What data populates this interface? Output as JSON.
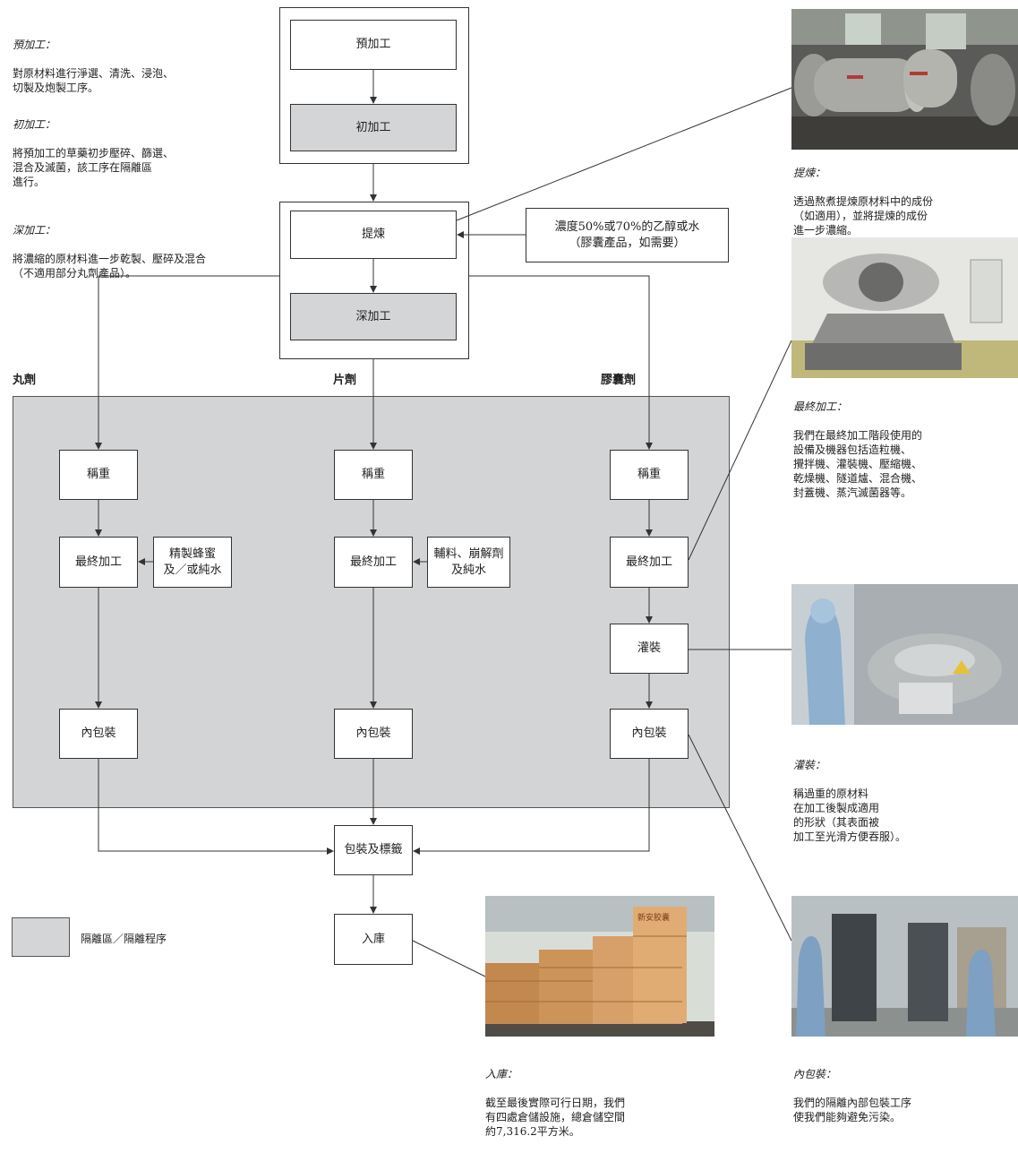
{
  "left_notes": [
    {
      "title": "預加工：",
      "body": "對原材料進行淨選、清洗、浸泡、\n切製及炮製工序。"
    },
    {
      "title": "初加工：",
      "body": "將預加工的草藥初步壓碎、篩選、\n混合及滅菌，該工序在隔離區\n進行。"
    },
    {
      "title": "深加工：",
      "body": "將濃縮的原材料進一步乾製、壓碎及混合\n（不適用部分丸劑產品）。"
    }
  ],
  "top_flow": {
    "pre_processing": "預加工",
    "initial_processing": "初加工",
    "extraction": "提煉",
    "deep_processing": "深加工",
    "solvent": "濃度50%或70%的乙醇或水\n（膠囊產品，如需要）"
  },
  "columns": {
    "pill": "丸劑",
    "tablet": "片劑",
    "capsule": "膠囊劑"
  },
  "pill": {
    "weighing": "稱重",
    "final": "最終加工",
    "additive": "精製蜂蜜\n及／或純水",
    "inner_pack": "內包裝"
  },
  "tablet": {
    "weighing": "稱重",
    "final": "最終加工",
    "additive": "輔料、崩解劑\n及純水",
    "inner_pack": "內包裝"
  },
  "capsule": {
    "weighing": "稱重",
    "final": "最終加工",
    "filling": "灌裝",
    "inner_pack": "內包裝"
  },
  "packaging": "包裝及標籤",
  "warehouse": "入庫",
  "legend": "隔離區／隔離程序",
  "right_notes": [
    {
      "title": "提煉：",
      "body": "透過熬煮提煉原材料中的成份\n（如適用），並將提煉的成份\n進一步濃縮。"
    },
    {
      "title": "最終加工：",
      "body": "我們在最終加工階段使用的\n設備及機器包括造粒機、\n攪拌機、灌裝機、壓縮機、\n乾燥機、隧道爐、混合機、\n封蓋機、蒸汽滅菌器等。"
    },
    {
      "title": "灌裝：",
      "body": "稱過重的原材料\n在加工後製成適用\n的形狀（其表面被\n加工至光滑方便吞服）。"
    },
    {
      "title": "內包裝：",
      "body": "我們的隔離內部包裝工序\n使我們能夠避免污染。"
    }
  ],
  "warehouse_note": {
    "title": "入庫：",
    "body": "截至最後實際可行日期，我們\n有四處倉儲設施，總倉儲空間\n約7,316.2平方米。"
  },
  "photo_texts": {
    "carton": "新安胶囊"
  },
  "colors": {
    "isolation_grey": "#d4d5d7",
    "line": "#333333"
  }
}
